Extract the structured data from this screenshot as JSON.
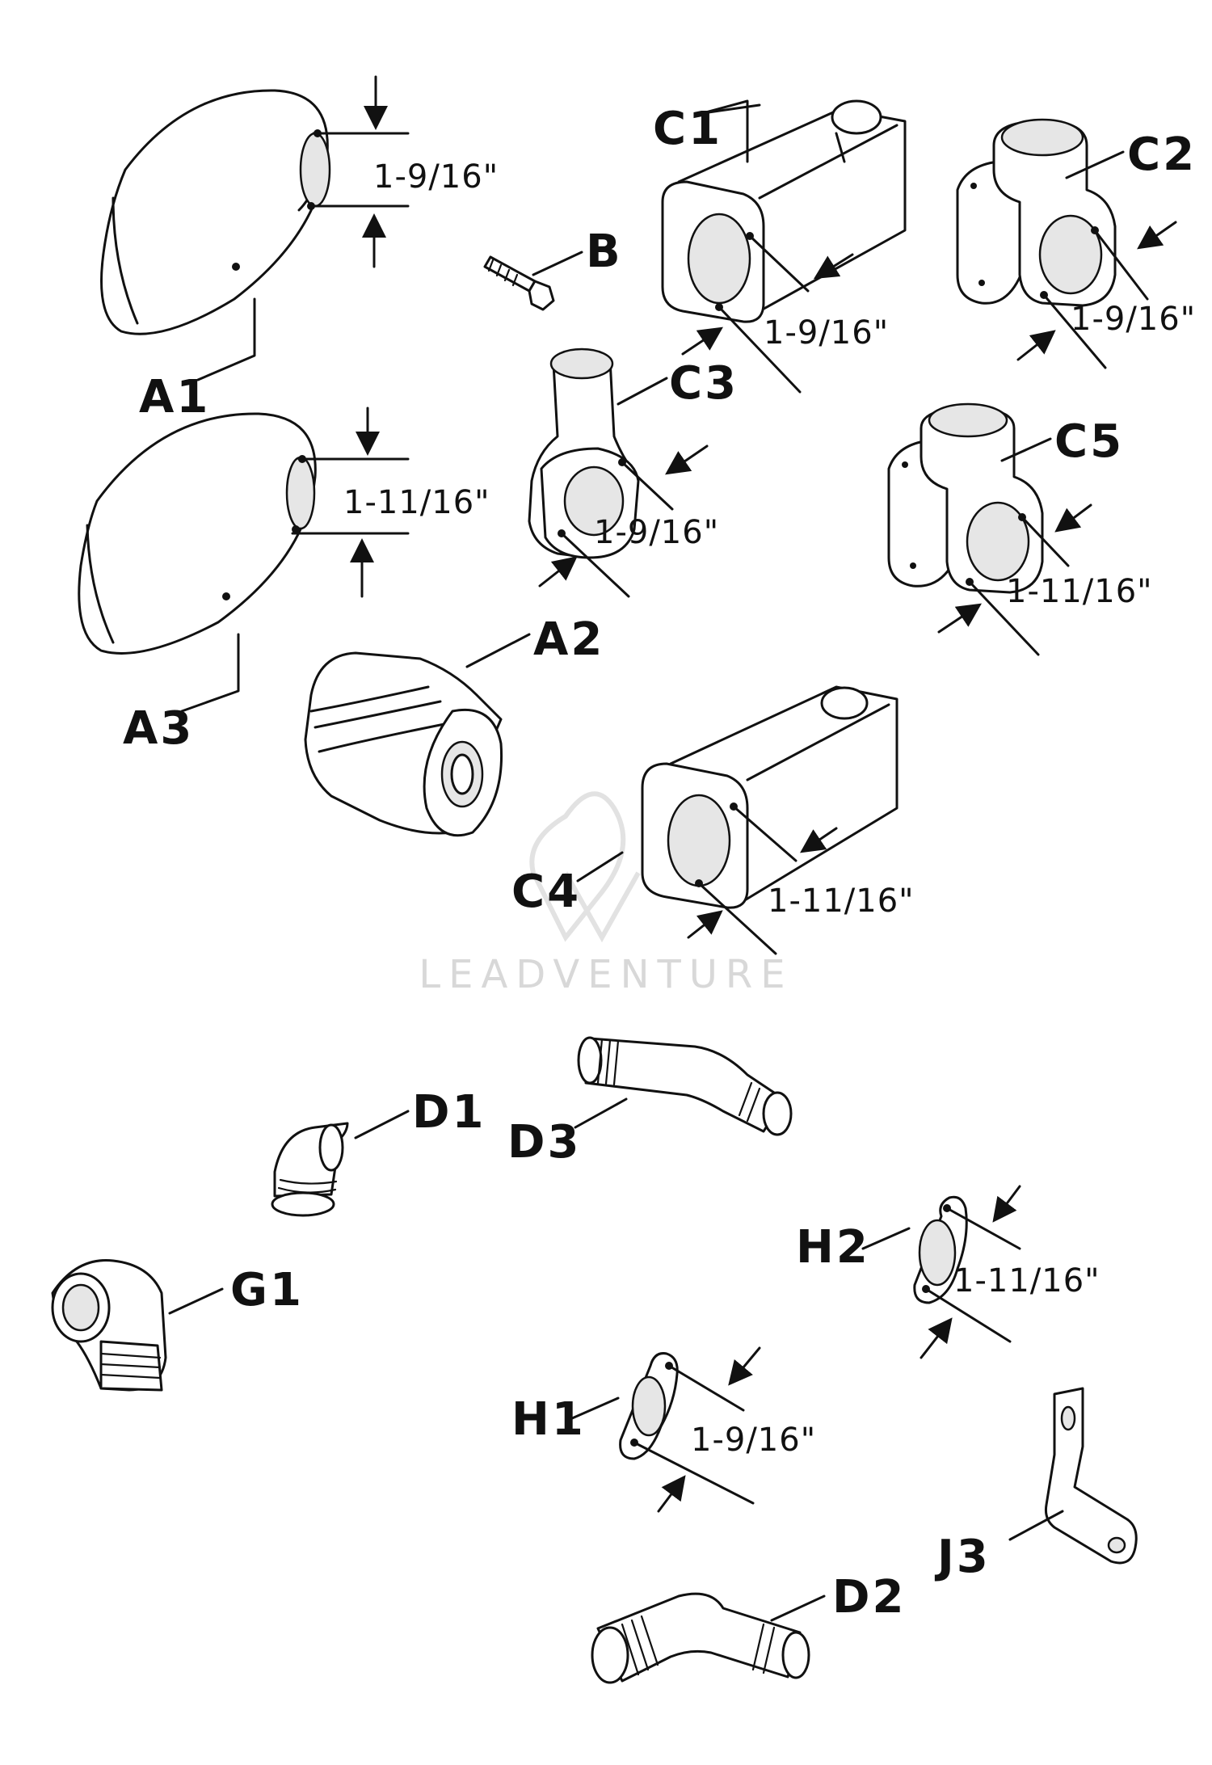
{
  "labels": {
    "A1": "A1",
    "A2": "A2",
    "A3": "A3",
    "B": "B",
    "C1": "C1",
    "C2": "C2",
    "C3": "C3",
    "C4": "C4",
    "C5": "C5",
    "D1": "D1",
    "D2": "D2",
    "D3": "D3",
    "G1": "G1",
    "H1": "H1",
    "H2": "H2",
    "J3": "J3"
  },
  "dimensions": {
    "A1": "1-9/16\"",
    "A3": "1-11/16\"",
    "C1": "1-9/16\"",
    "C2": "1-9/16\"",
    "C3": "1-9/16\"",
    "C4": "1-11/16\"",
    "C5": "1-11/16\"",
    "H1": "1-9/16\"",
    "H2": "1-11/16\""
  },
  "watermark": "LEADVENTURE"
}
